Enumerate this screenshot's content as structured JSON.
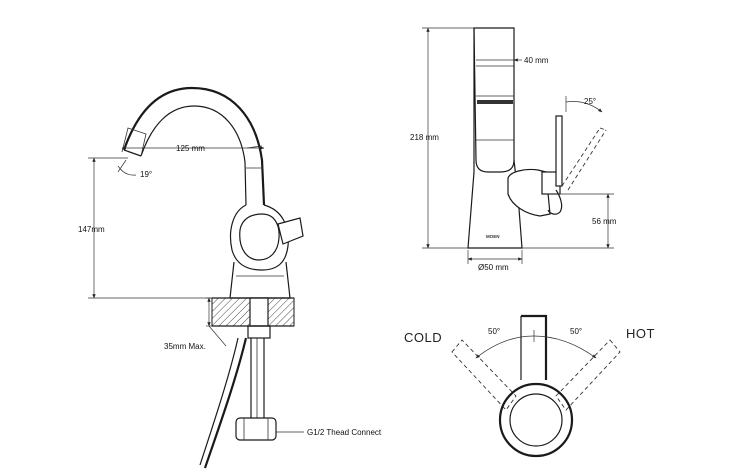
{
  "front_view": {
    "spout_reach": "125 mm",
    "spout_angle": "19°",
    "spout_height": "147mm",
    "deck_thickness": "35mm Max.",
    "thread": "G1/2 Thead Connect"
  },
  "side_view": {
    "total_height": "218 mm",
    "spout_width": "40 mm",
    "handle_angle": "25°",
    "handle_height": "56 mm",
    "base_diameter": "Ø50 mm",
    "logo": "MOEN"
  },
  "top_view": {
    "cold_label": "COLD",
    "hot_label": "HOT",
    "cold_angle": "50°",
    "hot_angle": "50°"
  }
}
